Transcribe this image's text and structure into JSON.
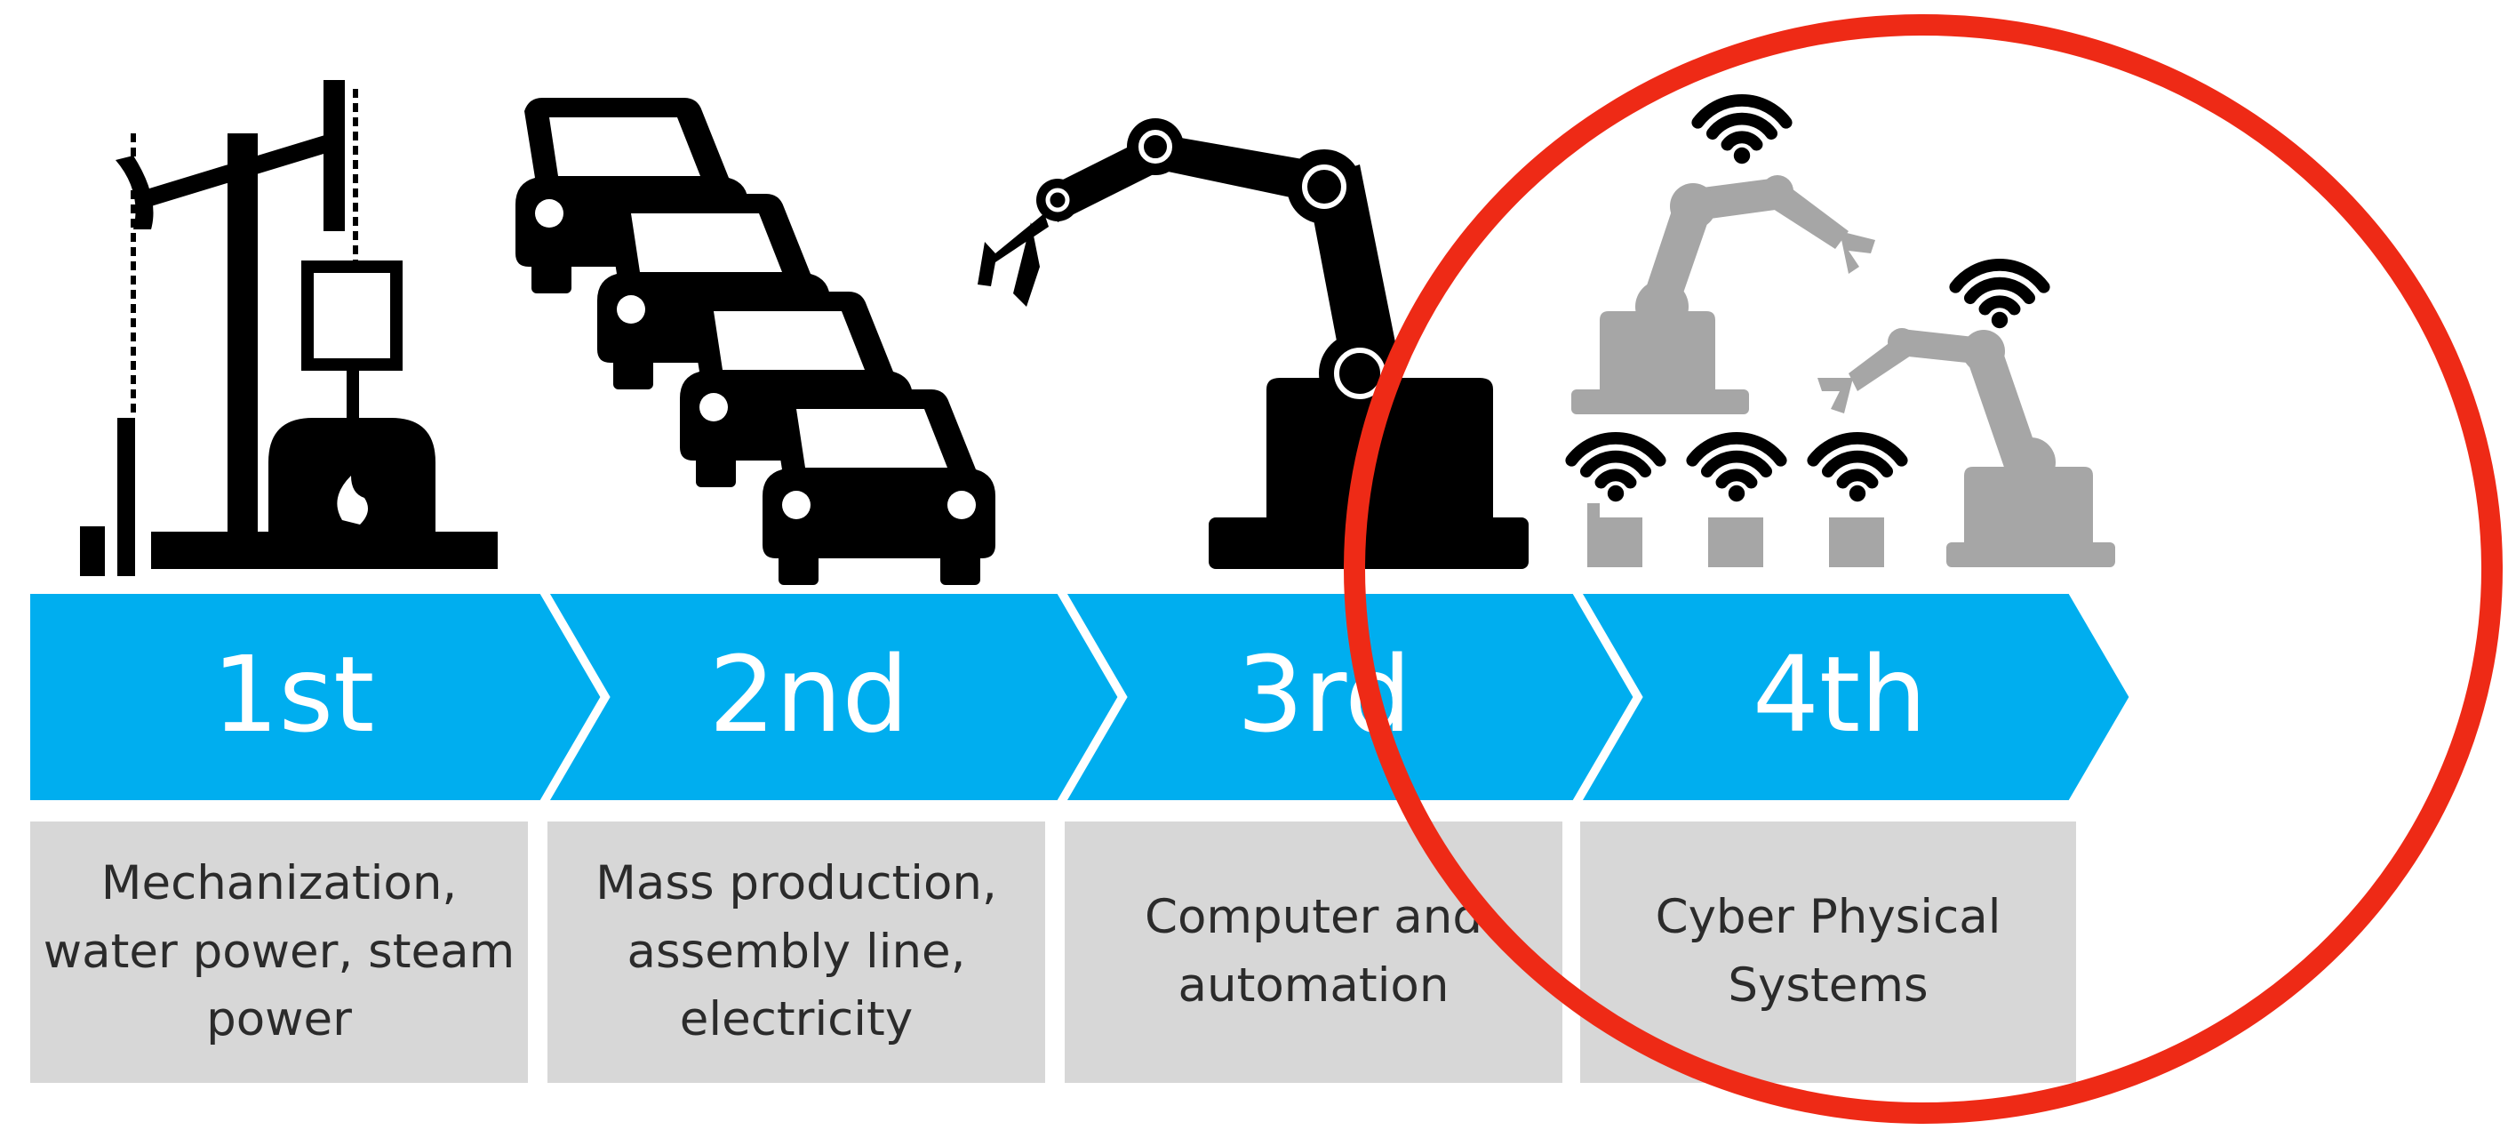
{
  "colors": {
    "arrow": "#00aeef",
    "description_bg": "#d7d7d7",
    "icon_dark": "#000000",
    "icon_light": "#a6a6a6",
    "highlight_circle": "#ee2a16"
  },
  "stages": [
    {
      "label": "1st",
      "description": "Mechanization,\nwater power, steam\npower",
      "icon": "oil-pump-steam-engine-icon"
    },
    {
      "label": "2nd",
      "description": "Mass production,\nassembly line,\nelectricity",
      "icon": "assembly-line-cars-icon"
    },
    {
      "label": "3rd",
      "description": "Computer and\nautomation",
      "icon": "industrial-robot-arm-icon"
    },
    {
      "label": "4th",
      "description": "Cyber Physical\nSystems",
      "icon": "connected-robots-wifi-icon"
    }
  ],
  "highlight": {
    "shape": "circle",
    "target_stage": "4th"
  }
}
